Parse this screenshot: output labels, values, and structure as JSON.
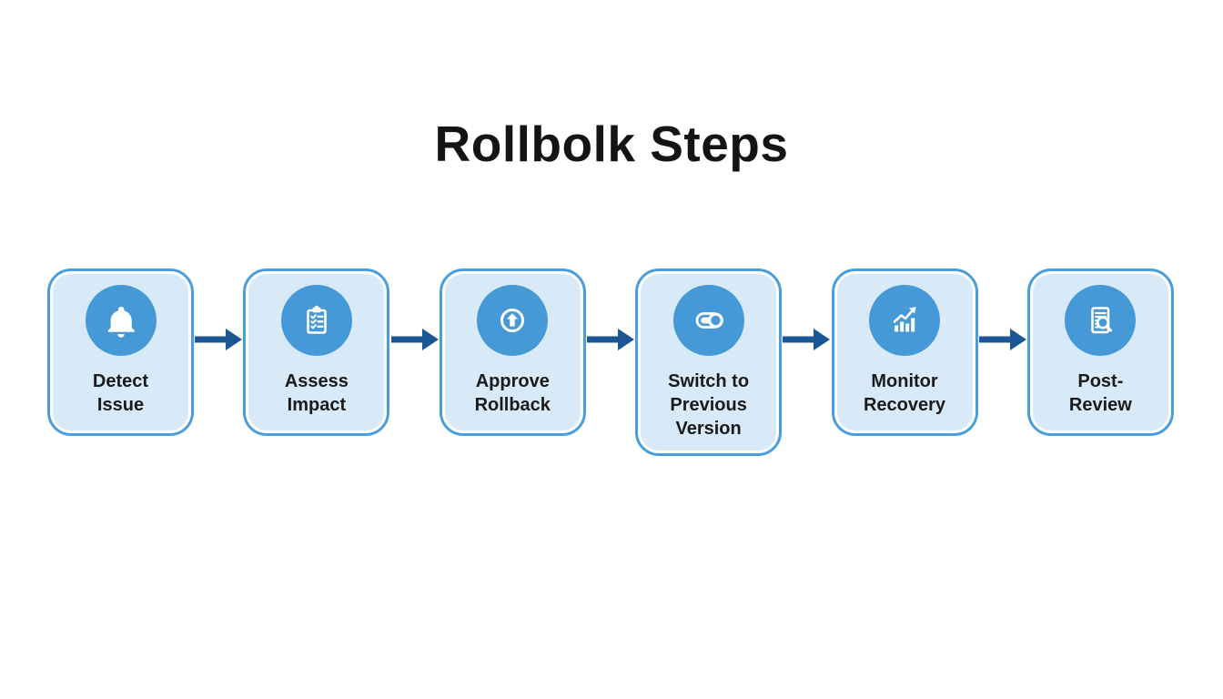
{
  "title": "Rollbolk Steps",
  "flow": {
    "steps": [
      {
        "label": "Detect Issue",
        "icon_name": "bell-icon"
      },
      {
        "label": "Assess Impact",
        "icon_name": "clipboard-checklist-icon"
      },
      {
        "label": "Approve Rollback",
        "icon_name": "arrow-up-circle-icon"
      },
      {
        "label": "Switch to Previous Version",
        "icon_name": "toggle-switch-icon"
      },
      {
        "label": "Monitor Recovery",
        "icon_name": "growth-chart-icon"
      },
      {
        "label": "Post- Review",
        "icon_name": "document-search-icon"
      }
    ],
    "connector": "arrow-right"
  },
  "colors": {
    "background": "#ffffff",
    "box_fill": "#d8e9f7",
    "box_border": "#4a9edb",
    "box_inner_edge": "#ffffff",
    "icon_circle": "#4599d6",
    "icon_glyph": "#ffffff",
    "arrow": "#1c5795",
    "label_text": "#1b1b1b",
    "title_text": "#141414"
  }
}
